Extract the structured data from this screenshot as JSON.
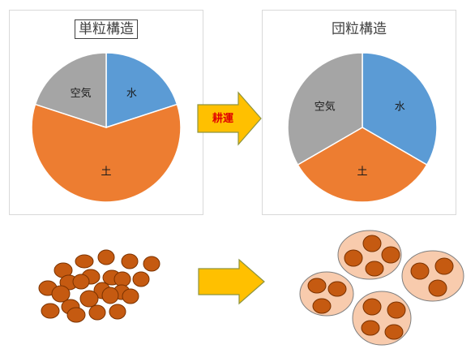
{
  "arrow_label": "耕運",
  "colors": {
    "water": "#5b9bd5",
    "soil": "#ed7d31",
    "air": "#a5a5a5",
    "arrow_fill": "#ffc000",
    "arrow_stroke": "#8e9440",
    "particle_fill": "#c55a11",
    "particle_stroke": "#7a3200",
    "aggregate_fill": "#f8cbad",
    "aggregate_stroke": "#7f7f7f"
  },
  "chart_data": [
    {
      "type": "pie",
      "title": "単粒構造",
      "categories": [
        "水",
        "土",
        "空気"
      ],
      "values": [
        20,
        60,
        20
      ]
    },
    {
      "type": "pie",
      "title": "団粒構造",
      "categories": [
        "水",
        "土",
        "空気"
      ],
      "values": [
        33.3,
        33.3,
        33.3
      ]
    }
  ]
}
